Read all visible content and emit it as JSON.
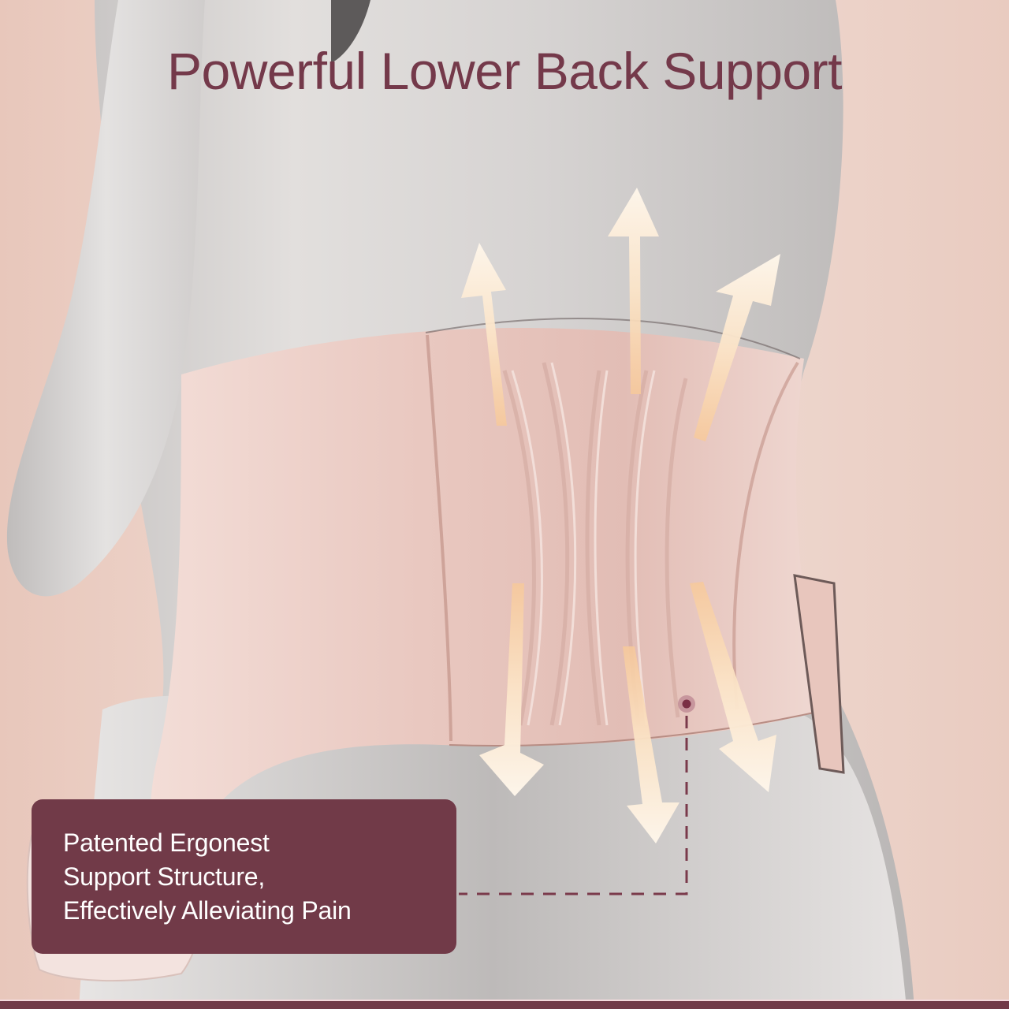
{
  "headline": "Powerful Lower Back Support",
  "callout": {
    "lines": [
      "Patented Ergonest",
      "Support Structure,",
      "Effectively Alleviating Pain"
    ]
  },
  "colors": {
    "brand_maroon": "#713a48",
    "headline_text": "#74394a",
    "callout_text": "#ffffff",
    "belt_pink": "#ecc9c0",
    "body_gray": "#d7d4d3",
    "arrow_cream": "#fbefdf",
    "background_peach": "#eccfc4"
  },
  "illustration": {
    "subject": "mannequin torso wearing lower back support belt",
    "arrows": {
      "up_count": 3,
      "down_count": 3
    },
    "annotation_marker": "dot-with-dashed-leader-line"
  }
}
